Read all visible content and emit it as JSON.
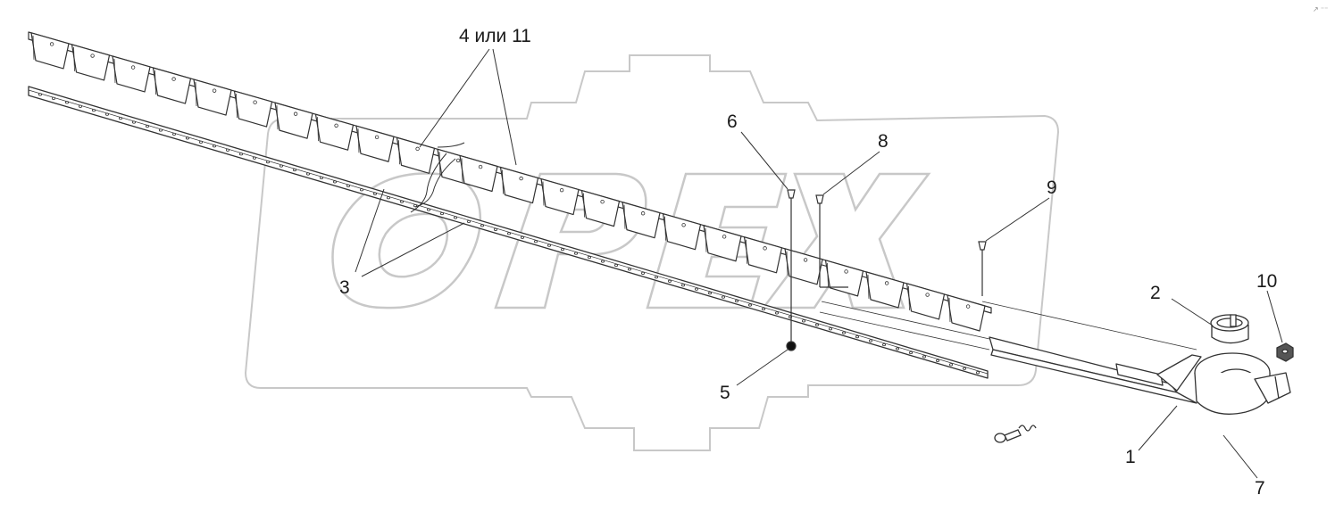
{
  "diagram": {
    "callouts": {
      "c1": "1",
      "c2": "2",
      "c3": "3",
      "c4": "4 или 11",
      "c5": "5",
      "c6": "6",
      "c7": "7",
      "c8": "8",
      "c9": "9",
      "c10": "10"
    },
    "watermark": "OPEX",
    "corner_mark": "↗ ⁻⁻",
    "colors": {
      "line": "#333333",
      "watermark": "#c8c8c8",
      "fill": "#ffffff"
    }
  }
}
